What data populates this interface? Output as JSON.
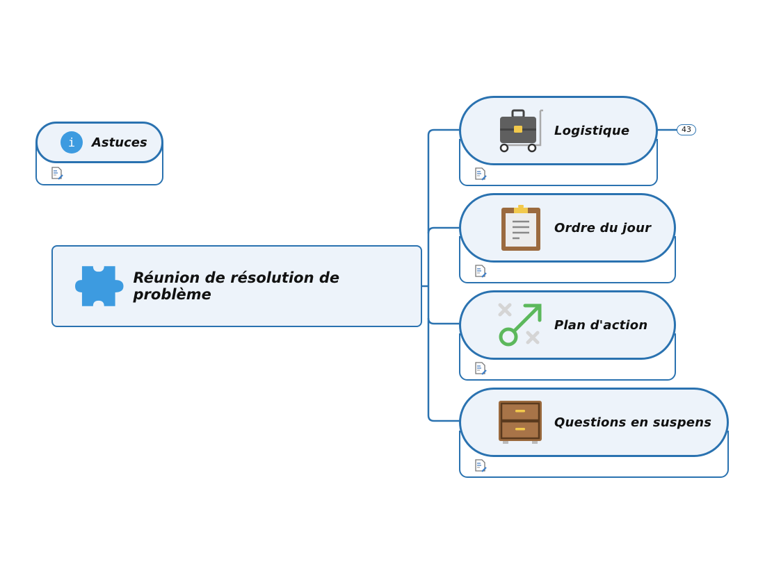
{
  "map": {
    "central_topic": {
      "label": "Réunion de résolution de problème",
      "icon": "puzzle-piece-icon"
    },
    "floating_topic": {
      "label": "Astuces",
      "icon": "info-icon",
      "has_notes": true
    },
    "branches": [
      {
        "label": "Logistique",
        "icon": "briefcase-on-cart-icon",
        "has_notes": true,
        "badge": "43"
      },
      {
        "label": "Ordre du jour",
        "icon": "clipboard-icon",
        "has_notes": true
      },
      {
        "label": "Plan d'action",
        "icon": "strategy-arrow-icon",
        "has_notes": true
      },
      {
        "label": "Questions en suspens",
        "icon": "filing-cabinet-icon",
        "has_notes": true
      }
    ]
  },
  "colors": {
    "line": "#2a72b0",
    "node_fill": "#edf3fa",
    "puzzle": "#3d9be0",
    "info": "#3d9be0"
  }
}
